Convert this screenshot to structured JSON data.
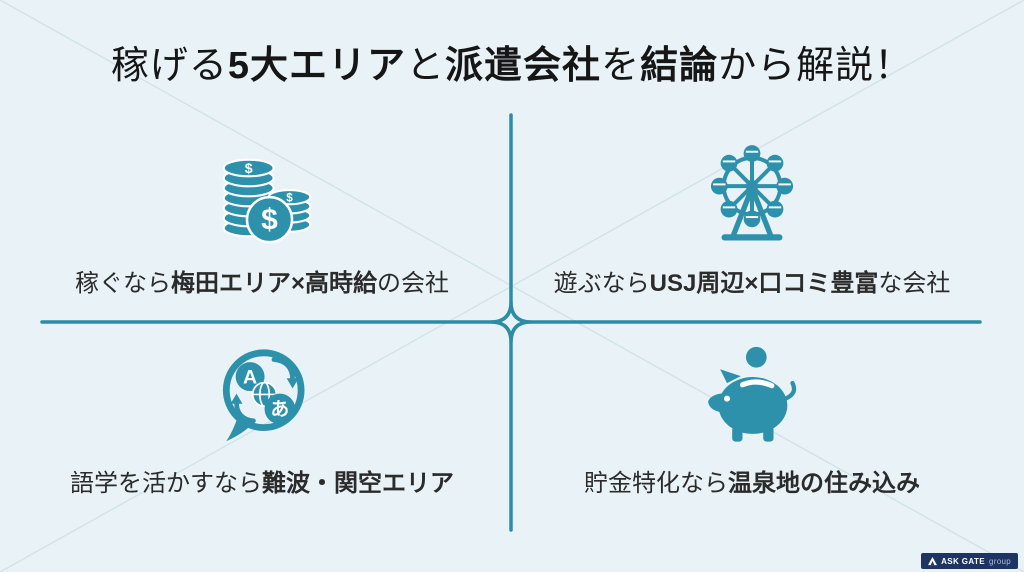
{
  "title": {
    "parts": [
      {
        "text": "稼げる",
        "bold": false
      },
      {
        "text": "5大エリア",
        "bold": true
      },
      {
        "text": "と",
        "bold": false
      },
      {
        "text": "派遣会社",
        "bold": true
      },
      {
        "text": "を",
        "bold": false
      },
      {
        "text": "結論",
        "bold": true
      },
      {
        "text": "から解説！",
        "bold": false
      }
    ]
  },
  "quadrants": [
    {
      "name": "earn-umeda",
      "icon": "coins-icon",
      "caption_parts": [
        {
          "text": "稼ぐなら",
          "bold": false
        },
        {
          "text": "梅田エリア×高時給",
          "bold": true
        },
        {
          "text": "の会社",
          "bold": false
        }
      ]
    },
    {
      "name": "play-usj",
      "icon": "ferris-wheel-icon",
      "caption_parts": [
        {
          "text": "遊ぶなら",
          "bold": false
        },
        {
          "text": "USJ周辺×口コミ豊富",
          "bold": true
        },
        {
          "text": "な会社",
          "bold": false
        }
      ]
    },
    {
      "name": "language-namba-kanku",
      "icon": "translation-icon",
      "caption_parts": [
        {
          "text": "語学を活かすなら",
          "bold": false
        },
        {
          "text": "難波・関空エリア",
          "bold": true
        }
      ]
    },
    {
      "name": "saving-onsen",
      "icon": "piggy-bank-icon",
      "caption_parts": [
        {
          "text": "貯金特化なら",
          "bold": false
        },
        {
          "text": "温泉地の住み込み",
          "bold": true
        }
      ]
    }
  ],
  "logo": {
    "brand": "ASK GATE",
    "suffix": "group"
  },
  "colors": {
    "accent_teal": "#2e91ab",
    "background": "#e9f3f7",
    "divider": "#2a8ca6",
    "diagonal_line": "#d3e3ea",
    "logo_navy": "#1e3564",
    "text": "#2b2b2b"
  }
}
